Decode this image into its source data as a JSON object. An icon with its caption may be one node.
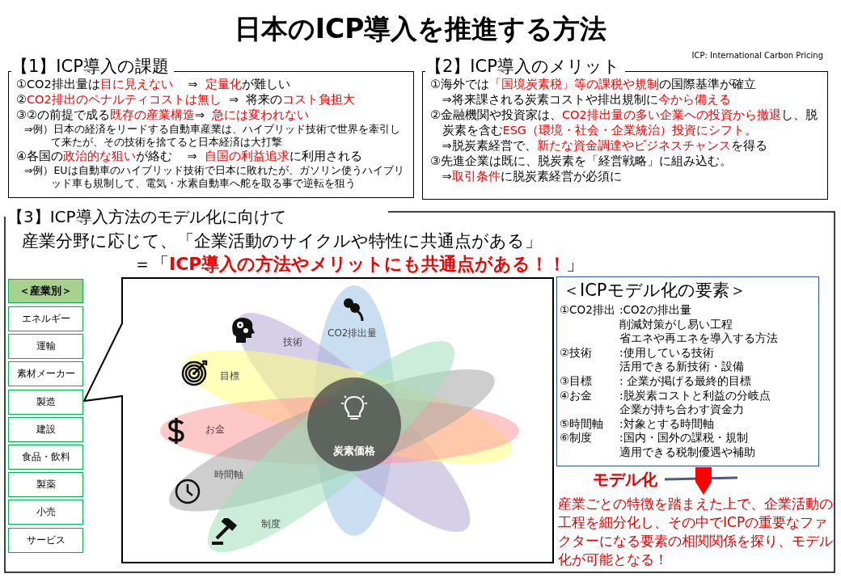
{
  "diagram": {
    "title": "日本のICP導入を推進する方法",
    "nodes": [
      {
        "text": [
          "【1】ICP導入の課題",
          "①CO2排出量は**目に見えない**    ⇒  **定量化**が難しい",
          "②**CO2排出のペナルティコストは無し**  ⇒  将来の**コスト負担大**",
          "③②の前提で成る**既存の産業構造**⇒  **急には変われない**",
          "⇒例）日本の経済をリードする自動車産業は、ハイブリッド技術で世界を牽引して来たが、その技術を捨てると日本経済は大打撃",
          "④各国の**政治的な狙い**が絡む    ⇒  **自国の利益追求**に利用される",
          "⇒例）EUは自動車のハイブリッド技術で日本に敗れたが、ガソリン使うハイブリッド車も規制して、電気・水素自動車へ舵を取る事で逆転を狙う"
        ]
      },
      {
        "text": [
          "【2】ICP導入のメリット",
          "①海外では**「国境炭素税」等の課税や規制**の国際基準が確立",
          "⇒将来課される炭素コストや排出規制に**今から備える**",
          "②金融機関や投資家は、**CO2排出量の多い企業への投資から撤退**し、脱炭素を含む**ESG（環境・社会・企業統治）投資にシフト**。",
          "⇒脱炭素経営で、**新たな資金調達やビジネスチャンス**を得る",
          "③先進企業は既に、脱炭素を「経営戦略」に組み込む。",
          "⇒**取引条件**に脱炭素経営が必須に"
        ]
      },
      {
        "text": [
          "【3】ICP導入方法のモデル化に向けて",
          "産業分野に応じて、「企業活動のサイクルや特性に共通点がある」",
          "＝「**ICP導入の方法やメリットにも共通点がある！！**」"
        ]
      },
      {
        "text": [
          "＜産業別＞"
        ],
        "in": 2
      },
      {
        "text": [
          "エネルギー"
        ],
        "in": 2
      },
      {
        "text": [
          "運輸"
        ],
        "in": 2
      },
      {
        "text": [
          "素材メーカー"
        ],
        "in": 2
      },
      {
        "text": [
          "製造"
        ],
        "in": 2
      },
      {
        "text": [
          "建設"
        ],
        "in": 2
      },
      {
        "text": [
          "食品・飲料"
        ],
        "in": 2
      },
      {
        "text": [
          "製薬"
        ],
        "in": 2
      },
      {
        "text": [
          "小売"
        ],
        "in": 2
      },
      {
        "text": [
          "サービス"
        ],
        "in": 2
      },
      {
        "text": [],
        "shape": "box",
        "in": 2
      },
      {
        "text": [
          "CO2排出量"
        ],
        "in": 13
      },
      {
        "text": [
          "技術"
        ],
        "in": 13
      },
      {
        "text": [
          "目標"
        ],
        "in": 13
      },
      {
        "text": [
          "お金"
        ],
        "in": 13
      },
      {
        "text": [
          "時間軸"
        ],
        "in": 13
      },
      {
        "text": [
          "制度"
        ],
        "in": 13
      },
      {
        "text": [
          "炭素価格"
        ]
      },
      {
        "text": [
          "＜ICPモデル化の要素＞",
          "①CO2排出",
          ":CO2の排出量",
          "削減対策がし易い工程",
          "省エネや再エネを導入する方法",
          "②技術",
          ":使用している技術",
          "活用できる新技術・設備",
          "③目標",
          ": 企業が掲げる最終的目標",
          "④お金",
          ":脱炭素コストと利益の分岐点",
          "企業が持ち合わす資金力",
          "⑤時間軸",
          ":対象とする時間軸",
          "⑥制度",
          ":国内・国外の課税・規制",
          "適用できる税制優遇や補助"
        ],
        "in": 2
      },
      {
        "text": [
          "産業ごとの特徴を踏まえた上で、企業活動の工程を細分化し、その中でICPの重要なファクターになる要素の相関関係を探り、モデル化が可能となる！"
        ],
        "in": 2
      }
    ],
    "edges": [
      {
        "from": 21,
        "to": 22,
        "arrow": "to",
        "label": "モデル化"
      }
    ],
    "labels": [
      "ICP: International Carbon Pricing"
    ]
  }
}
